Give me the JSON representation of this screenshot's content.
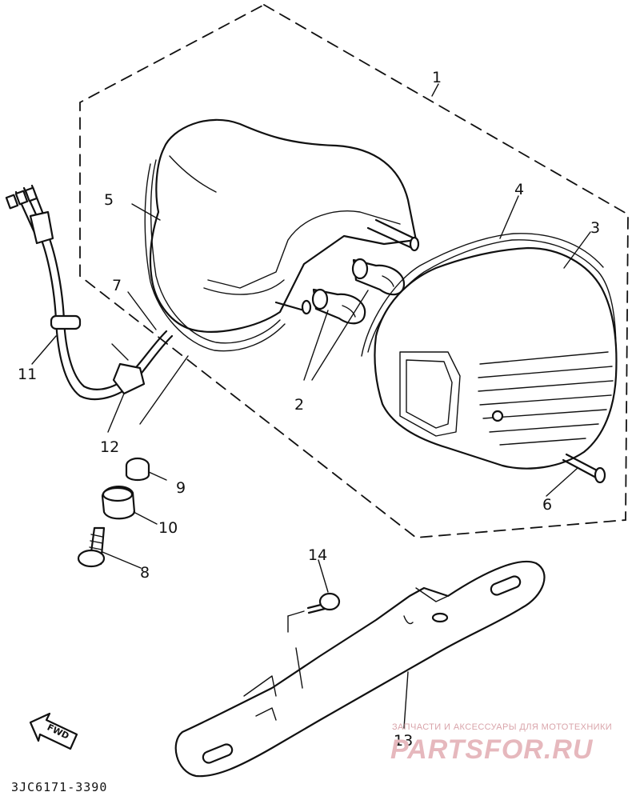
{
  "diagram": {
    "drawing_code": "3JC6171-3390",
    "direction_label": "FWD",
    "callouts": [
      "1",
      "2",
      "3",
      "4",
      "5",
      "6",
      "7",
      "8",
      "9",
      "10",
      "11",
      "12",
      "13",
      "14"
    ]
  },
  "watermark": {
    "tagline": "ЗАПЧАСТИ И АКСЕССУАРЫ ДЛЯ МОТОТЕХНИКИ",
    "brand": "PARTSFOR.RU",
    "color": "#e6b8bd"
  }
}
